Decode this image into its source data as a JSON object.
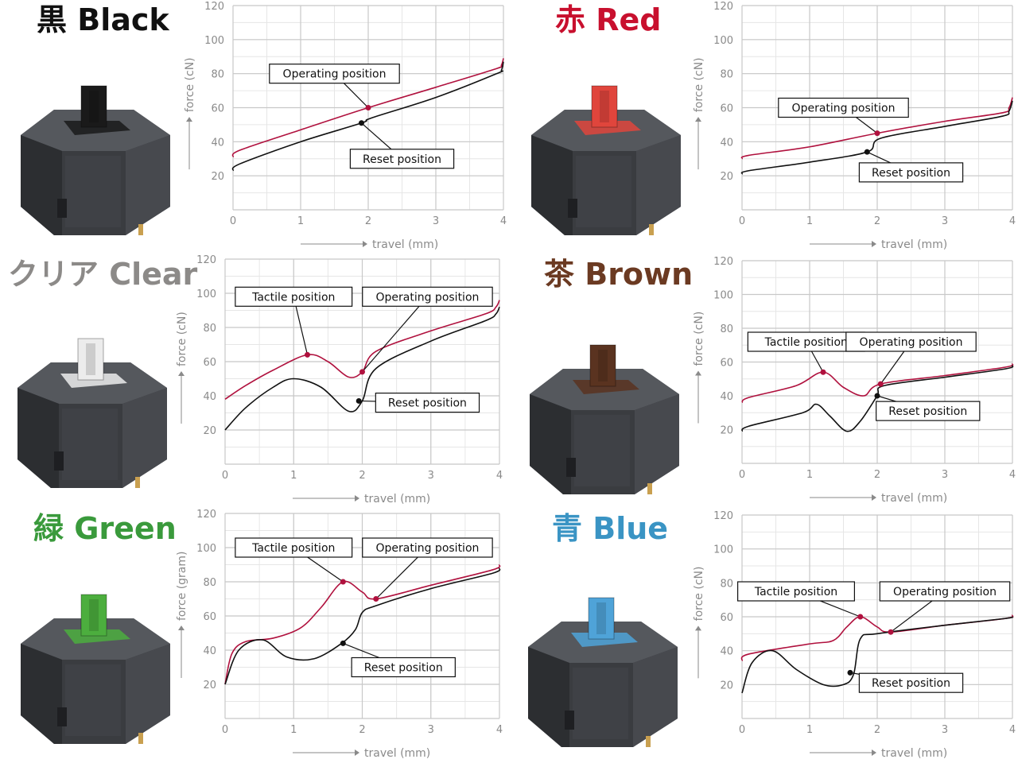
{
  "colors": {
    "press_curve": "#b0113e",
    "release_curve": "#111111",
    "grid": "#c8c8c8",
    "axis_text": "#8a8a8a",
    "housing": "#3a3c40"
  },
  "switches": [
    {
      "title": "黒 Black",
      "title_color": "#111111",
      "stem_color": "#1a1a1a",
      "chart_data": {
        "type": "line",
        "xlabel": "travel (mm)",
        "ylabel": "force (cN)",
        "xlim": [
          0,
          4
        ],
        "ylim": [
          0,
          120
        ],
        "xticks": [
          "0",
          "1",
          "2",
          "3",
          "4"
        ],
        "yticks": [
          "20",
          "40",
          "60",
          "80",
          "100",
          "120"
        ],
        "grid": true,
        "series": [
          {
            "x": [
              0,
              0.1,
              1,
              2,
              3,
              3.9,
              3.97,
              4
            ],
            "y": [
              31,
              35,
              47,
              60,
              72,
              83,
              85,
              89
            ]
          },
          {
            "x": [
              0,
              0.1,
              1,
              1.9,
              2.05,
              3,
              3.9,
              3.97,
              4
            ],
            "y": [
              23,
              27,
              40,
              51,
              54,
              66,
              80,
              82,
              87
            ]
          }
        ],
        "annotations": [
          {
            "label": "Operating position",
            "point": [
              2,
              60
            ],
            "box_at": [
              1.5,
              80
            ]
          },
          {
            "label": "Reset position",
            "point": [
              1.9,
              51
            ],
            "box_at": [
              2.5,
              30
            ]
          }
        ]
      }
    },
    {
      "title": "赤 Red",
      "title_color": "#c8102e",
      "stem_color": "#e0453c",
      "chart_data": {
        "type": "line",
        "xlabel": "travel (mm)",
        "ylabel": "force (cN)",
        "xlim": [
          0,
          4
        ],
        "ylim": [
          0,
          120
        ],
        "xticks": [
          "0",
          "1",
          "2",
          "3",
          "4"
        ],
        "yticks": [
          "20",
          "40",
          "60",
          "80",
          "100",
          "120"
        ],
        "grid": true,
        "series": [
          {
            "x": [
              0,
              0.1,
              1,
              2,
              3,
              3.85,
              3.95,
              4
            ],
            "y": [
              30,
              32,
              37,
              45,
              52,
              57,
              60,
              66
            ]
          },
          {
            "x": [
              0,
              0.1,
              1,
              1.85,
              2.05,
              3,
              3.85,
              3.95,
              4
            ],
            "y": [
              21,
              23,
              28,
              34,
              42,
              49,
              55,
              58,
              64
            ]
          }
        ],
        "annotations": [
          {
            "label": "Operating position",
            "point": [
              2,
              45
            ],
            "box_at": [
              1.5,
              60
            ]
          },
          {
            "label": "Reset position",
            "point": [
              1.85,
              34
            ],
            "box_at": [
              2.5,
              22
            ]
          }
        ]
      }
    },
    {
      "title": "クリア Clear",
      "title_color": "#8c8a88",
      "stem_color": "#ececec",
      "chart_data": {
        "type": "line",
        "xlabel": "travel (mm)",
        "ylabel": "force (cN)",
        "xlim": [
          0,
          4
        ],
        "ylim": [
          0,
          120
        ],
        "xticks": [
          "0",
          "1",
          "2",
          "3",
          "4"
        ],
        "yticks": [
          "20",
          "40",
          "60",
          "80",
          "100",
          "120"
        ],
        "grid": true,
        "series": [
          {
            "x": [
              0,
              0.3,
              0.7,
              1.2,
              1.5,
              1.8,
              2,
              2.2,
              3,
              3.8,
              3.95,
              4
            ],
            "y": [
              38,
              46,
              55,
              64,
              60,
              51,
              54,
              66,
              78,
              88,
              92,
              96
            ]
          },
          {
            "x": [
              0,
              0.3,
              0.7,
              1,
              1.4,
              1.8,
              2,
              2.2,
              3,
              3.8,
              3.95,
              4
            ],
            "y": [
              20,
              33,
              45,
              50,
              45,
              31,
              37,
              56,
              72,
              84,
              88,
              92
            ]
          }
        ],
        "annotations": [
          {
            "label": "Tactile position",
            "point": [
              1.2,
              64
            ],
            "box_at": [
              1.0,
              98
            ]
          },
          {
            "label": "Operating position",
            "point": [
              2,
              54
            ],
            "box_at": [
              2.95,
              98
            ]
          },
          {
            "label": "Reset position",
            "point": [
              1.95,
              37
            ],
            "box_at": [
              2.95,
              36
            ]
          }
        ]
      }
    },
    {
      "title": "茶 Brown",
      "title_color": "#6b3a22",
      "stem_color": "#5a3320",
      "chart_data": {
        "type": "line",
        "xlabel": "travel (mm)",
        "ylabel": "force (cN)",
        "xlim": [
          0,
          4
        ],
        "ylim": [
          0,
          120
        ],
        "xticks": [
          "0",
          "1",
          "2",
          "3",
          "4"
        ],
        "yticks": [
          "20",
          "40",
          "60",
          "80",
          "100",
          "120"
        ],
        "grid": true,
        "series": [
          {
            "x": [
              0,
              0.1,
              0.8,
              1.2,
              1.5,
              1.8,
              2.05,
              3,
              3.9,
              4
            ],
            "y": [
              36,
              39,
              46,
              54,
              45,
              40,
              47,
              52,
              57,
              59
            ]
          },
          {
            "x": [
              0,
              0.1,
              0.9,
              1.1,
              1.3,
              1.55,
              1.75,
              2,
              2.1,
              3,
              3.9,
              4
            ],
            "y": [
              19,
              22,
              30,
              35,
              28,
              19,
              25,
              40,
              46,
              51,
              56,
              58
            ]
          }
        ],
        "annotations": [
          {
            "label": "Tactile position",
            "point": [
              1.2,
              54
            ],
            "box_at": [
              0.95,
              72
            ]
          },
          {
            "label": "Operating position",
            "point": [
              2.05,
              47
            ],
            "box_at": [
              2.5,
              72
            ]
          },
          {
            "label": "Reset position",
            "point": [
              2,
              40
            ],
            "box_at": [
              2.75,
              31
            ]
          }
        ]
      }
    },
    {
      "title": "緑 Green",
      "title_color": "#3a9a3c",
      "stem_color": "#4cae3e",
      "chart_data": {
        "type": "line",
        "xlabel": "travel (mm)",
        "ylabel": "force (gram)",
        "xlim": [
          0,
          4
        ],
        "ylim": [
          0,
          120
        ],
        "xticks": [
          "0",
          "1",
          "2",
          "3",
          "4"
        ],
        "yticks": [
          "20",
          "40",
          "60",
          "80",
          "100",
          "120"
        ],
        "grid": true,
        "series": [
          {
            "x": [
              0,
              0.1,
              0.3,
              0.7,
              1.1,
              1.4,
              1.72,
              2,
              2.2,
              3,
              3.9,
              4
            ],
            "y": [
              20,
              38,
              45,
              47,
              53,
              65,
              80,
              74,
              70,
              78,
              87,
              90
            ]
          },
          {
            "x": [
              0,
              0.2,
              0.55,
              0.9,
              1.3,
              1.7,
              1.9,
              2,
              2.2,
              3,
              3.9,
              4
            ],
            "y": [
              20,
              40,
              46,
              36,
              35,
              44,
              52,
              62,
              66,
              76,
              85,
              88
            ]
          }
        ],
        "annotations": [
          {
            "label": "Tactile position",
            "point": [
              1.72,
              80
            ],
            "box_at": [
              1.0,
              100
            ]
          },
          {
            "label": "Operating position",
            "point": [
              2.2,
              70
            ],
            "box_at": [
              2.95,
              100
            ]
          },
          {
            "label": "Reset position",
            "point": [
              1.72,
              44
            ],
            "box_at": [
              2.6,
              30
            ]
          }
        ]
      }
    },
    {
      "title": "青 Blue",
      "title_color": "#3a94c4",
      "stem_color": "#4fa3d8",
      "chart_data": {
        "type": "line",
        "xlabel": "travel (mm)",
        "ylabel": "force (cN)",
        "xlim": [
          0,
          4
        ],
        "ylim": [
          0,
          120
        ],
        "xticks": [
          "0",
          "1",
          "2",
          "3",
          "4"
        ],
        "yticks": [
          "20",
          "40",
          "60",
          "80",
          "100",
          "120"
        ],
        "grid": true,
        "series": [
          {
            "x": [
              0,
              0.1,
              1,
              1.35,
              1.55,
              1.75,
              2,
              2.2,
              3,
              3.9,
              4
            ],
            "y": [
              34,
              38,
              44,
              46,
              54,
              60,
              54,
              51,
              55,
              59,
              61
            ]
          },
          {
            "x": [
              0,
              0.15,
              0.45,
              0.8,
              1.2,
              1.5,
              1.65,
              1.75,
              2,
              3,
              3.9,
              4
            ],
            "y": [
              15,
              33,
              40,
              29,
              20,
              20,
              26,
              47,
              50,
              55,
              59,
              60
            ]
          }
        ],
        "annotations": [
          {
            "label": "Tactile position",
            "point": [
              1.75,
              60
            ],
            "box_at": [
              0.8,
              75
            ]
          },
          {
            "label": "Operating position",
            "point": [
              2.2,
              51
            ],
            "box_at": [
              3.0,
              75
            ]
          },
          {
            "label": "Reset position",
            "point": [
              1.6,
              27
            ],
            "box_at": [
              2.5,
              21
            ]
          }
        ]
      }
    }
  ]
}
